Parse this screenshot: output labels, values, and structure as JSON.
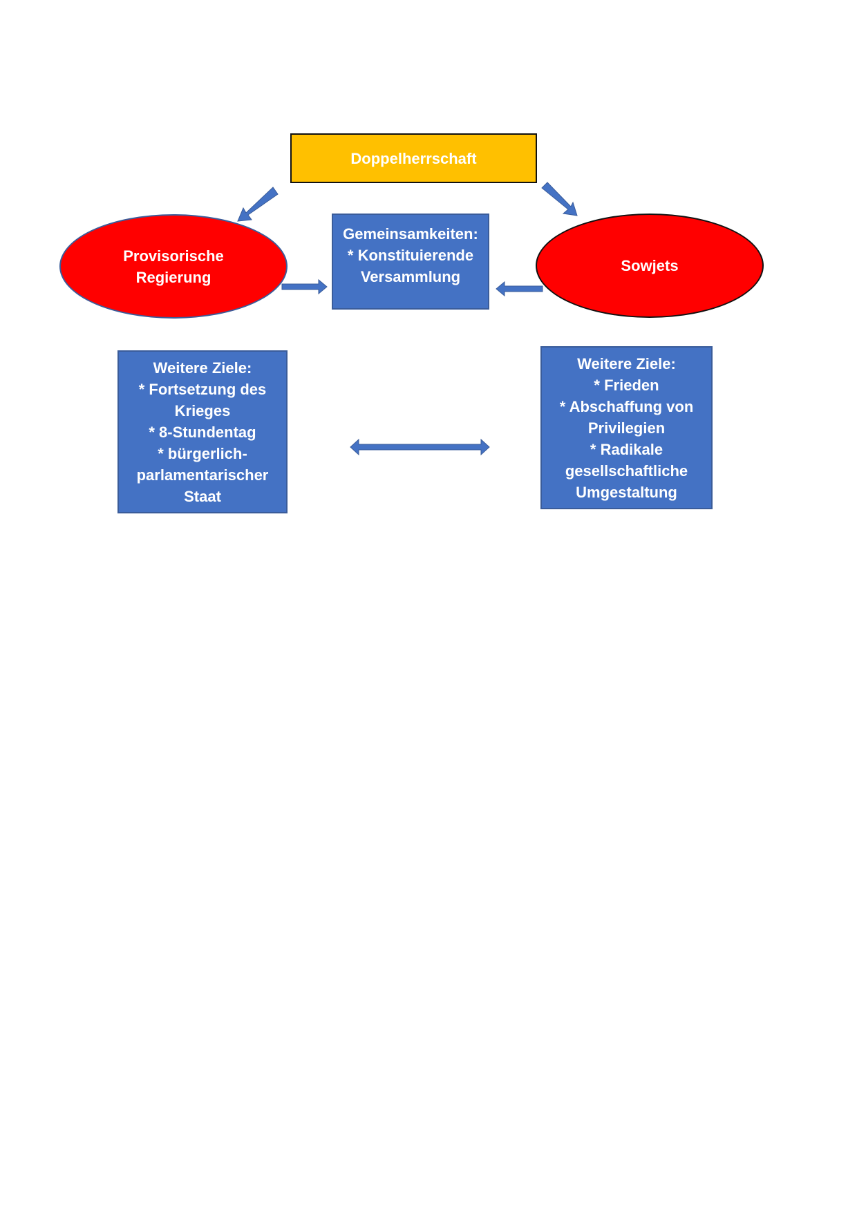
{
  "colors": {
    "title_fill": "#ffc000",
    "ellipse_fill": "#ff0000",
    "box_fill": "#4472c4",
    "arrow_fill": "#4472c4",
    "text": "#ffffff"
  },
  "nodes": {
    "title": "Doppelherrschaft",
    "center": "Gemeinsamkeiten:\n* Konstituierende\nVersammlung",
    "left_party": "Provisorische\nRegierung",
    "right_party": "Sowjets",
    "left_goals": "Weitere Ziele:\n* Fortsetzung des\nKrieges\n* 8-Stundentag\n* bürgerlich-\nparlamentarischer\nStaat",
    "right_goals": "Weitere Ziele:\n* Frieden\n* Abschaffung von\nPrivilegien\n* Radikale\ngesellschaftliche\nUmgestaltung"
  },
  "edges": [
    {
      "from": "title",
      "to": "left_party",
      "type": "arrow"
    },
    {
      "from": "title",
      "to": "right_party",
      "type": "arrow"
    },
    {
      "from": "left_party",
      "to": "center",
      "type": "arrow"
    },
    {
      "from": "right_party",
      "to": "center",
      "type": "arrow"
    },
    {
      "from": "left_goals",
      "to": "right_goals",
      "type": "double-arrow"
    }
  ]
}
